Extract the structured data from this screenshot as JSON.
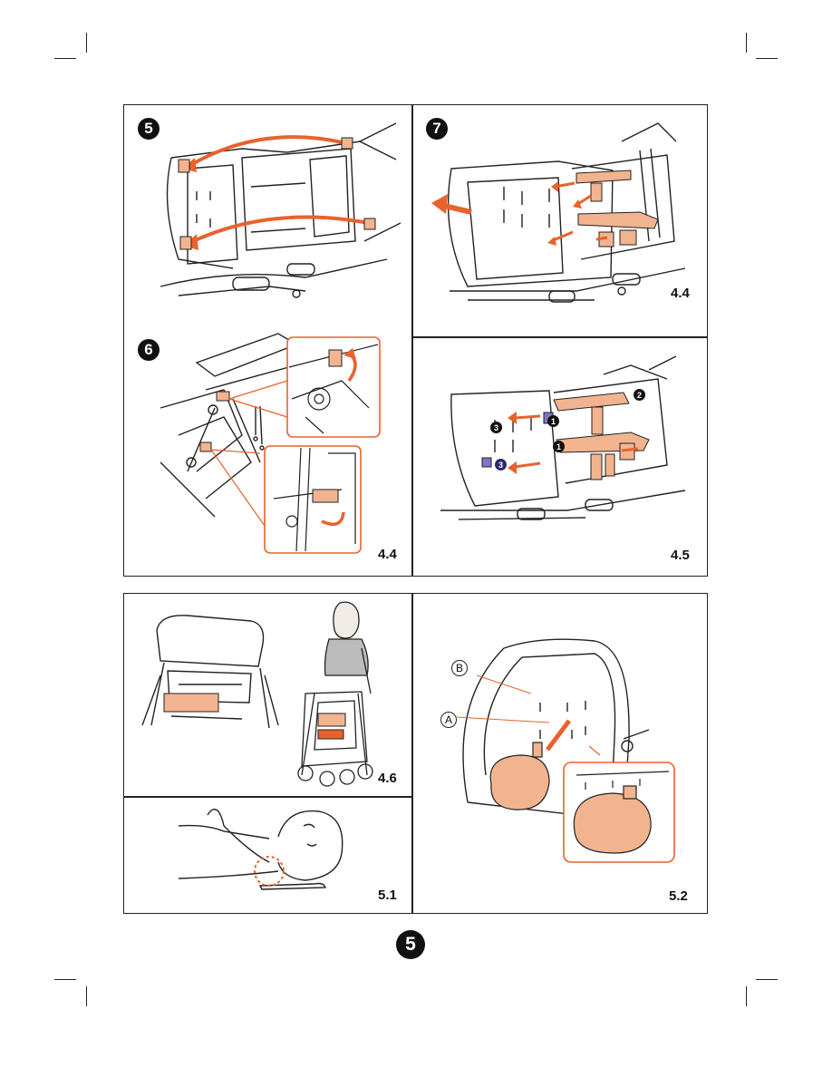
{
  "page": {
    "number": "5"
  },
  "top_box": {
    "step5": {
      "number": "5"
    },
    "step6": {
      "number": "6",
      "label": "4.4"
    },
    "step7": {
      "number": "7",
      "label": "4.4"
    },
    "step45": {
      "label": "4.5",
      "markers": [
        "1",
        "2",
        "1",
        "3",
        "3"
      ]
    }
  },
  "bottom_box": {
    "fig46": {
      "label": "4.6"
    },
    "fig51": {
      "label": "5.1"
    },
    "fig52": {
      "label": "5.2",
      "callouts": [
        "B",
        "A"
      ]
    }
  },
  "colors": {
    "accent": "#e8622c",
    "strap": "#f2b48f",
    "line": "#222222"
  }
}
